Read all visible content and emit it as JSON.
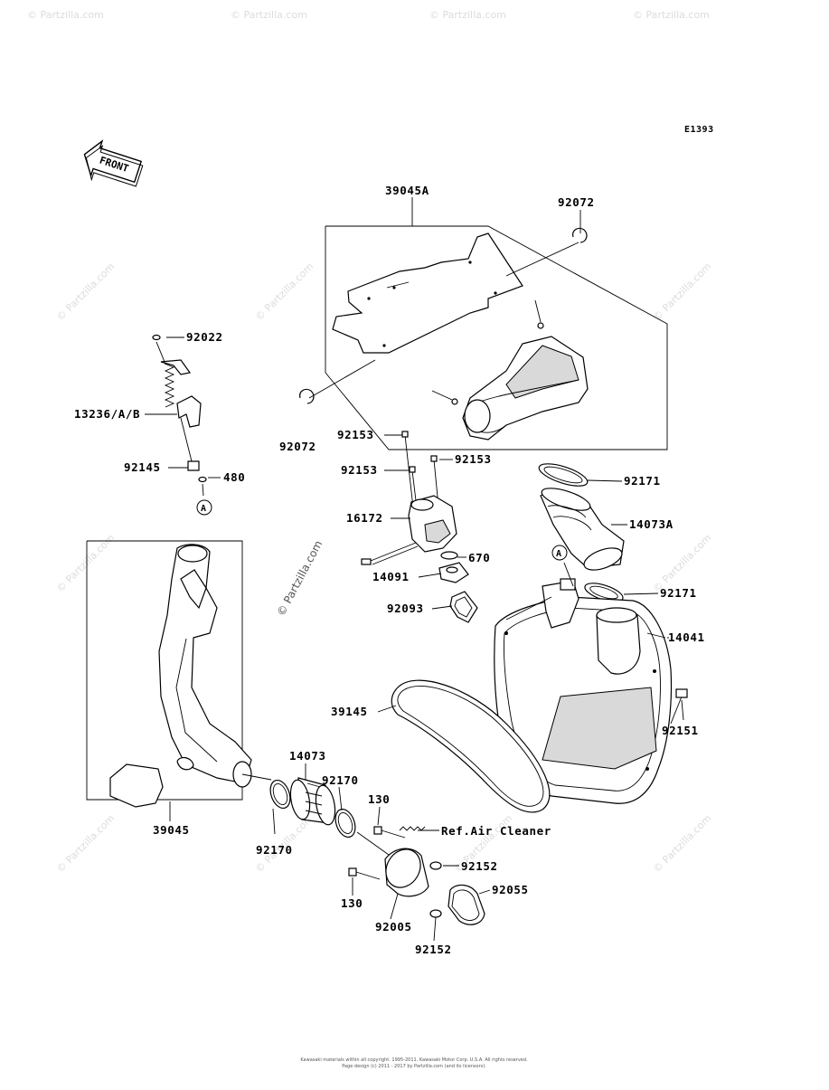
{
  "diagram_code": "E1393",
  "front_label": "FRONT",
  "watermark": "© Partzilla.com",
  "callout_A": "A",
  "footer": [
    "Kawasaki materials within all copyright. 1995-2011. Kawasaki Motor Corp. U.S.A. All rights reserved.",
    "Page design (c) 2011 - 2017 by Partzilla.com (and its licensors)."
  ],
  "labels": {
    "p39045A": "39045A",
    "p92072_top": "92072",
    "p92072_left": "92072",
    "p92022": "92022",
    "p13236": "13236/A/B",
    "p92145": "92145",
    "p480": "480",
    "p92153_a": "92153",
    "p92153_b": "92153",
    "p92153_c": "92153",
    "p16172": "16172",
    "p670": "670",
    "p14091": "14091",
    "p92093": "92093",
    "p92171_top": "92171",
    "p14073A": "14073A",
    "p92171_mid": "92171",
    "p14041": "14041",
    "p39145": "39145",
    "p92151": "92151",
    "p39045": "39045",
    "p14073": "14073",
    "p92170_top": "92170",
    "p92170_bot": "92170",
    "p130_top": "130",
    "ref_air_cleaner": "Ref.Air Cleaner",
    "p92152_top": "92152",
    "p92055": "92055",
    "p130_bot": "130",
    "p92005": "92005",
    "p92152_bot": "92152"
  }
}
